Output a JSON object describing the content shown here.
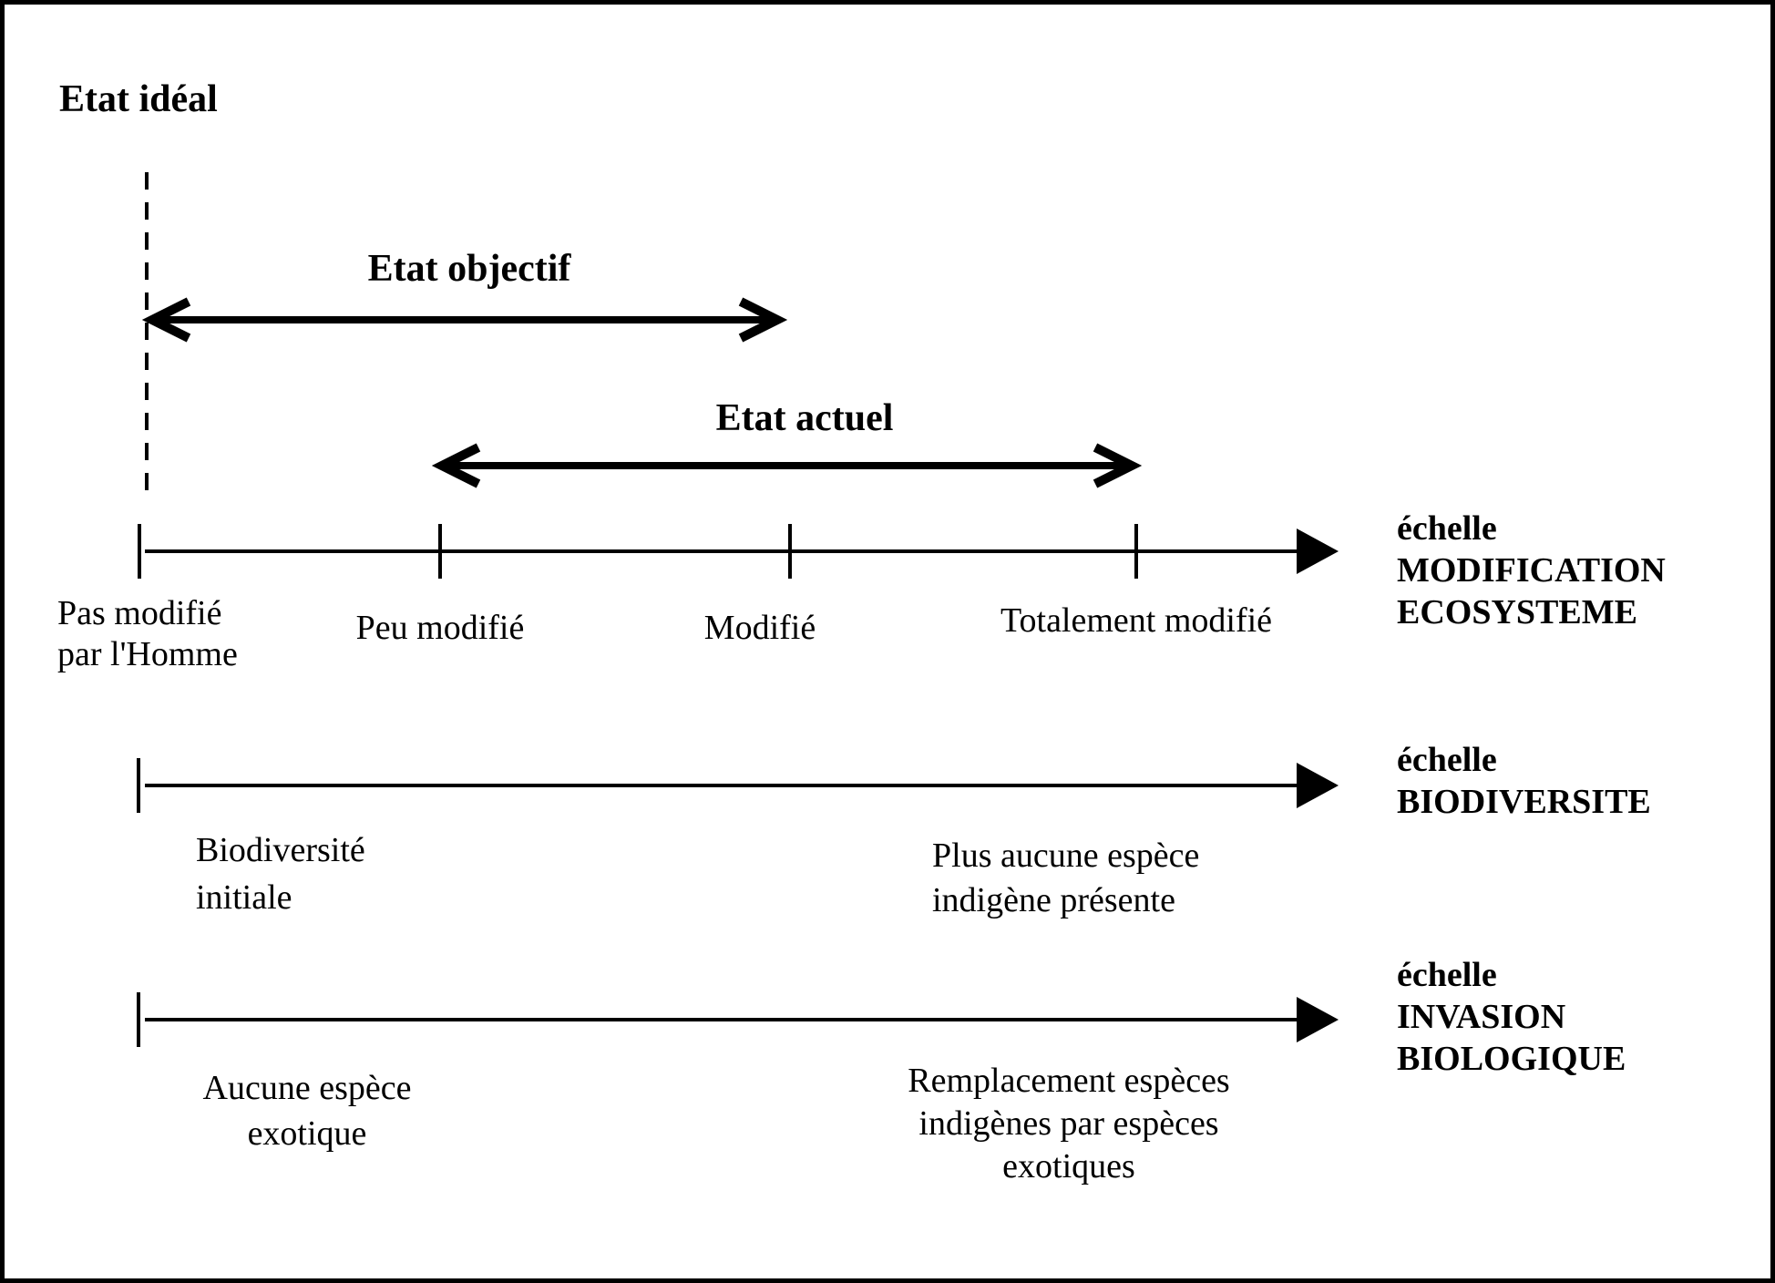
{
  "title": "Etat idéal",
  "arrows": {
    "objective_label": "Etat objectif",
    "current_label": "Etat actuel"
  },
  "axis_modification": {
    "scale_word": "échelle",
    "name_lines": [
      "MODIFICATION",
      "ECOSYSTEME"
    ],
    "tick1_lines": [
      "Pas modifié",
      "par l'Homme"
    ],
    "tick2_label": "Peu modifié",
    "tick3_label": "Modifié",
    "tick4_label": "Totalement modifié"
  },
  "axis_biodiversity": {
    "scale_word": "échelle",
    "name_lines": [
      "BIODIVERSITE"
    ],
    "left_label_lines": [
      "Biodiversité",
      "initiale"
    ],
    "right_label_lines": [
      "Plus aucune espèce",
      "indigène présente"
    ]
  },
  "axis_invasion": {
    "scale_word": "échelle",
    "name_lines": [
      "INVASION",
      "BIOLOGIQUE"
    ],
    "left_label_lines": [
      "Aucune espèce",
      "exotique"
    ],
    "right_label_lines": [
      "Remplacement espèces",
      "indigènes par espèces",
      "exotiques"
    ]
  },
  "colors": {
    "ink": "#000000",
    "background": "#ffffff"
  }
}
